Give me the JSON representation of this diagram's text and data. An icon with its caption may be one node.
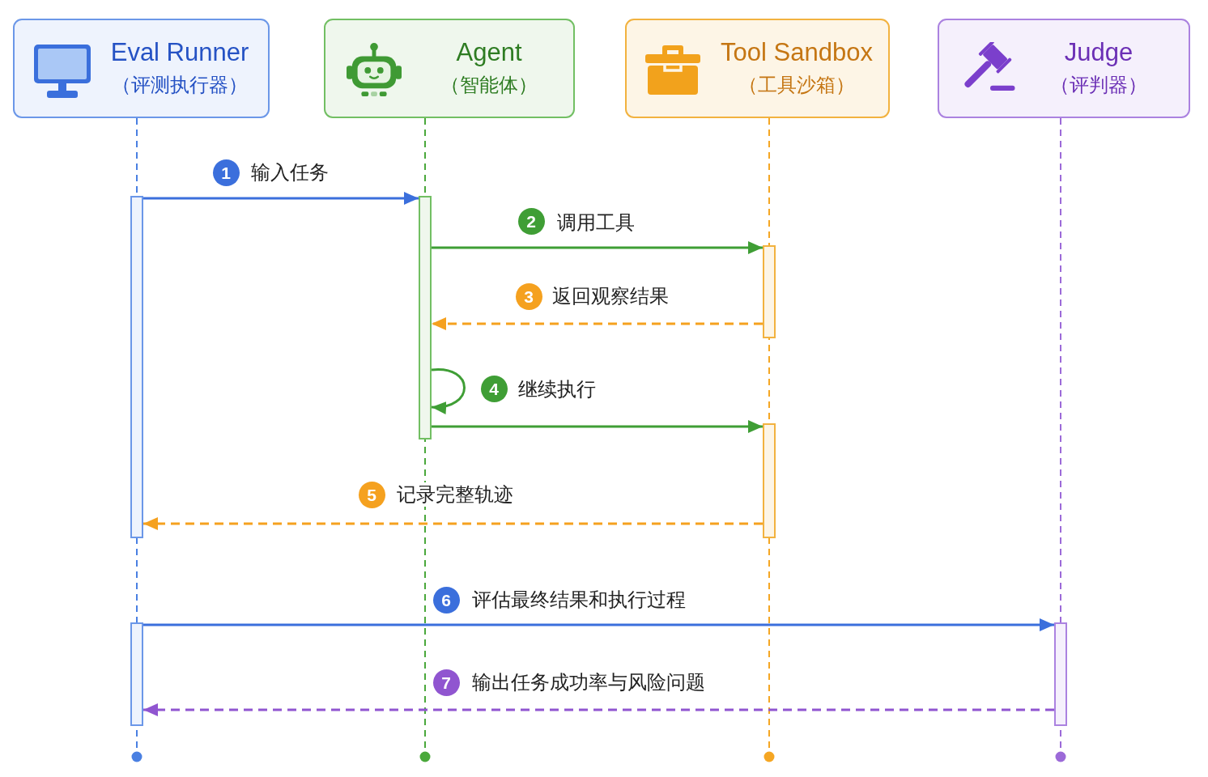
{
  "diagram": {
    "nodes": [
      {
        "text": [
          "Eval Runner",
          "（评测执行器）"
        ]
      },
      {
        "text": [
          "Agent",
          "（智能体）"
        ]
      },
      {
        "text": [
          "Tool Sandbox",
          "（工具沙箱）"
        ]
      },
      {
        "text": [
          "Judge",
          "（评判器）"
        ]
      },
      {
        "text": [],
        "shape": "bar"
      },
      {
        "text": [],
        "shape": "bar"
      },
      {
        "text": [],
        "shape": "bar"
      },
      {
        "text": [],
        "shape": "bar"
      },
      {
        "text": [],
        "shape": "bar"
      },
      {
        "text": [],
        "shape": "bar"
      }
    ],
    "edges": [
      {
        "from": 4,
        "to": 5,
        "arrow": "to",
        "label": "输入任务",
        "color": "#3b6fdc"
      },
      {
        "from": 5,
        "to": 6,
        "arrow": "to",
        "label": "调用工具"
      },
      {
        "from": 6,
        "to": 5,
        "arrow": "to",
        "label": "返回观察结果",
        "style": "dashed",
        "color": "#f5a11f"
      },
      {
        "from": 5,
        "to": 5,
        "arrow": "to",
        "label": "继续执行"
      },
      {
        "from": 5,
        "to": 7,
        "arrow": "to"
      },
      {
        "from": 7,
        "to": 4,
        "arrow": "to",
        "label": "记录完整轨迹",
        "style": "dashed",
        "color": "#f5a11f"
      },
      {
        "from": 8,
        "to": 9,
        "arrow": "to",
        "label": "评估最终结果和执行过程",
        "color": "#3b6fdc"
      },
      {
        "from": 9,
        "to": 8,
        "arrow": "to",
        "label": "输出任务成功率与风险问题",
        "style": "dashed",
        "color": "#9055d0"
      }
    ],
    "labels": [
      "1",
      "2",
      "3",
      "4",
      "5",
      "6",
      "7"
    ]
  }
}
